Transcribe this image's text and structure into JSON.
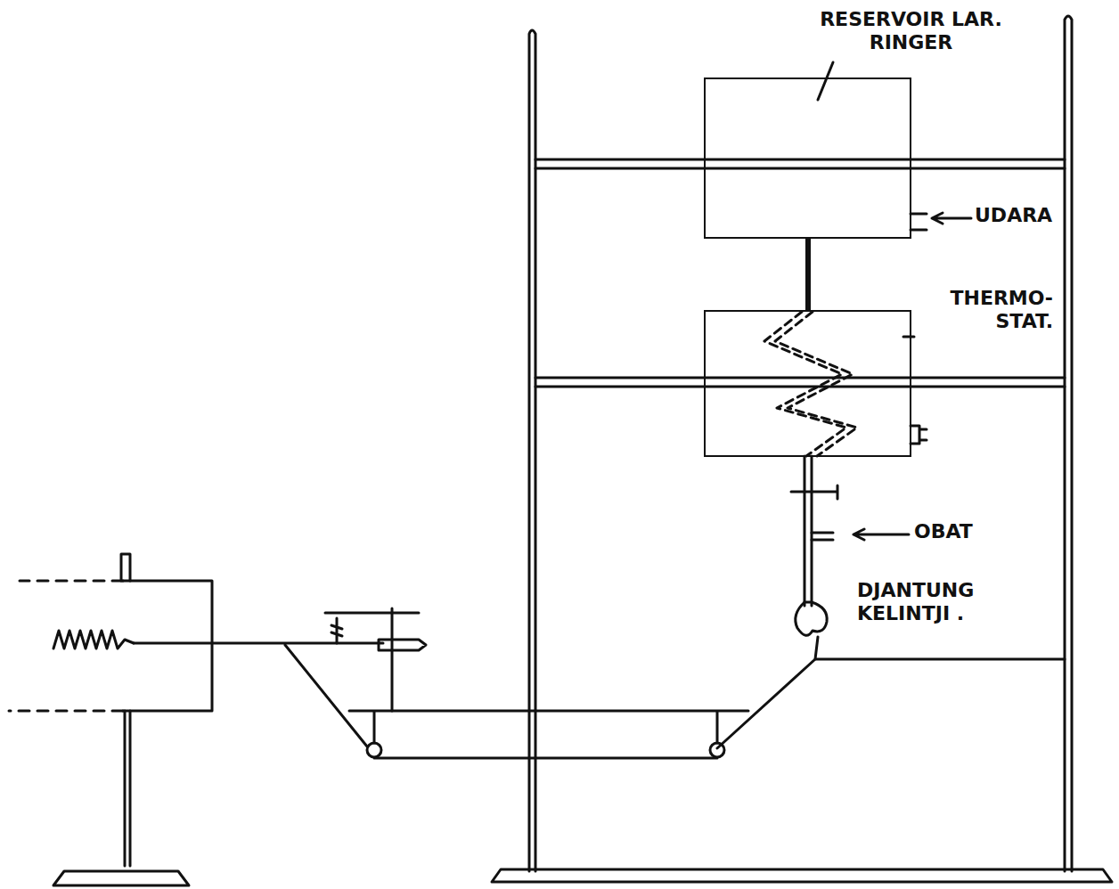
{
  "diagram": {
    "nodes": [
      {
        "text": [
          "RESERVOIR LAR. RINGER"
        ]
      },
      {
        "text": [
          "THERMO- STAT."
        ]
      }
    ],
    "edges": [
      {
        "from": 0,
        "to": 1,
        "arrow": "none"
      }
    ],
    "labels": [
      "UDARA",
      "OBAT",
      "DJANTUNG KELINTJI ."
    ]
  }
}
